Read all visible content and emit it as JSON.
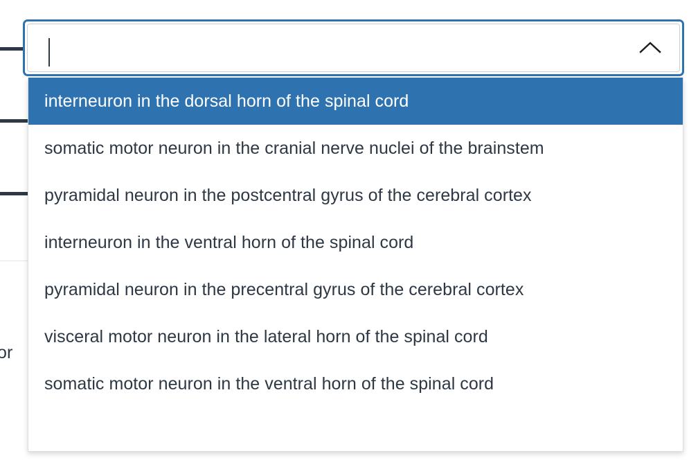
{
  "background": {
    "partial_text": "or ",
    "rules_count": 3,
    "accent_color": "#2d3844"
  },
  "combobox": {
    "name": "neuron-type-combobox",
    "value": "",
    "placeholder": "",
    "expanded": true,
    "focus_ring_color": "#2e73b0",
    "toggle_icon": "chevron-up-icon",
    "caret_visible": true
  },
  "listbox": {
    "selected_index": 0,
    "highlight_color": "#2e73b0",
    "text_color": "#2d3844",
    "options": [
      {
        "label": "interneuron in the dorsal horn of the spinal cord"
      },
      {
        "label": "somatic motor neuron in the cranial nerve nuclei of the brainstem"
      },
      {
        "label": "pyramidal neuron in the postcentral gyrus of the cerebral cortex"
      },
      {
        "label": "interneuron in the ventral horn of the spinal cord"
      },
      {
        "label": "pyramidal neuron in the precentral gyrus of the cerebral cortex"
      },
      {
        "label": "visceral motor neuron in the lateral horn of the spinal cord"
      },
      {
        "label": "somatic motor neuron in the ventral horn of the spinal cord"
      }
    ]
  }
}
